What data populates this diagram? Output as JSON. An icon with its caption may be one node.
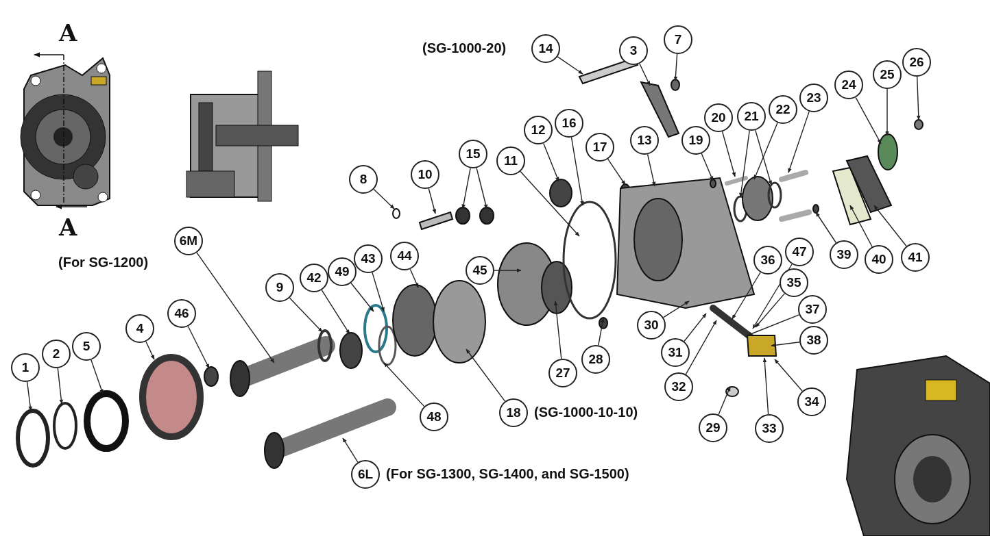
{
  "diagram": {
    "nodes": [
      {
        "text": [
          "1"
        ]
      },
      {
        "text": [
          "2"
        ]
      },
      {
        "text": [
          "5"
        ]
      },
      {
        "text": [
          "4"
        ]
      },
      {
        "text": [
          "46"
        ]
      },
      {
        "text": [
          "6M"
        ],
        "beside": [
          "(For SG-1200)"
        ]
      },
      {
        "text": [
          "9"
        ]
      },
      {
        "text": [
          "42"
        ]
      },
      {
        "text": [
          "49"
        ]
      },
      {
        "text": [
          "43"
        ]
      },
      {
        "text": [
          "44"
        ]
      },
      {
        "text": [
          "48"
        ]
      },
      {
        "text": [
          "18"
        ],
        "beside": [
          "(SG-1000-10-10)"
        ]
      },
      {
        "text": [
          "45"
        ]
      },
      {
        "text": [
          "27"
        ]
      },
      {
        "text": [
          "28"
        ]
      },
      {
        "text": [
          "8"
        ]
      },
      {
        "text": [
          "10"
        ]
      },
      {
        "text": [
          "15"
        ]
      },
      {
        "text": [
          "11"
        ]
      },
      {
        "text": [
          "12"
        ]
      },
      {
        "text": [
          "16"
        ]
      },
      {
        "text": [
          "14"
        ],
        "beside": [
          "(SG-1000-20)"
        ]
      },
      {
        "text": [
          "3"
        ]
      },
      {
        "text": [
          "7"
        ]
      },
      {
        "text": [
          "17"
        ]
      },
      {
        "text": [
          "13"
        ]
      },
      {
        "text": [
          "19"
        ]
      },
      {
        "text": [
          "20"
        ]
      },
      {
        "text": [
          "21"
        ]
      },
      {
        "text": [
          "22"
        ]
      },
      {
        "text": [
          "23"
        ]
      },
      {
        "text": [
          "24"
        ]
      },
      {
        "text": [
          "25"
        ]
      },
      {
        "text": [
          "26"
        ]
      },
      {
        "text": [
          "39"
        ]
      },
      {
        "text": [
          "40"
        ]
      },
      {
        "text": [
          "41"
        ]
      },
      {
        "text": [
          "36"
        ]
      },
      {
        "text": [
          "47"
        ]
      },
      {
        "text": [
          "35"
        ]
      },
      {
        "text": [
          "37"
        ]
      },
      {
        "text": [
          "38"
        ]
      },
      {
        "text": [
          "30"
        ]
      },
      {
        "text": [
          "31"
        ]
      },
      {
        "text": [
          "32"
        ]
      },
      {
        "text": [
          "29"
        ]
      },
      {
        "text": [
          "33"
        ]
      },
      {
        "text": [
          "34"
        ]
      },
      {
        "text": [
          "6L"
        ],
        "beside": [
          "(For SG-1300, SG-1400, and SG-1500)"
        ]
      }
    ],
    "edges": [
      {
        "from": 0,
        "to": null,
        "arrow": "to"
      },
      {
        "from": 1,
        "to": null,
        "arrow": "to"
      },
      {
        "from": 2,
        "to": null,
        "arrow": "to"
      },
      {
        "from": 3,
        "to": null,
        "arrow": "to"
      },
      {
        "from": 4,
        "to": null,
        "arrow": "to"
      },
      {
        "from": 5,
        "to": null,
        "arrow": "to"
      },
      {
        "from": 6,
        "to": null,
        "arrow": "to"
      },
      {
        "from": 7,
        "to": null,
        "arrow": "to"
      },
      {
        "from": 8,
        "to": null,
        "arrow": "to"
      },
      {
        "from": 9,
        "to": null,
        "arrow": "to"
      },
      {
        "from": 10,
        "to": null,
        "arrow": "to"
      },
      {
        "from": 11,
        "to": null,
        "arrow": "to"
      },
      {
        "from": 12,
        "to": null,
        "arrow": "to"
      },
      {
        "from": 13,
        "to": null,
        "arrow": "to"
      },
      {
        "from": 14,
        "to": null,
        "arrow": "to"
      },
      {
        "from": 15,
        "to": null,
        "arrow": "to"
      },
      {
        "from": 16,
        "to": null,
        "arrow": "to"
      },
      {
        "from": 17,
        "to": null,
        "arrow": "to"
      },
      {
        "from": 18,
        "to": null,
        "arrow": "to"
      },
      {
        "from": 18,
        "to": null,
        "arrow": "to"
      },
      {
        "from": 19,
        "to": null,
        "arrow": "to"
      },
      {
        "from": 20,
        "to": null,
        "arrow": "to"
      },
      {
        "from": 21,
        "to": null,
        "arrow": "to"
      },
      {
        "from": 22,
        "to": null,
        "arrow": "to"
      },
      {
        "from": 23,
        "to": null,
        "arrow": "to"
      },
      {
        "from": 24,
        "to": null,
        "arrow": "to"
      },
      {
        "from": 25,
        "to": null,
        "arrow": "to"
      },
      {
        "from": 26,
        "to": null,
        "arrow": "to"
      },
      {
        "from": 27,
        "to": null,
        "arrow": "to"
      },
      {
        "from": 28,
        "to": null,
        "arrow": "to"
      },
      {
        "from": 29,
        "to": null,
        "arrow": "to"
      },
      {
        "from": 29,
        "to": null,
        "arrow": "to"
      },
      {
        "from": 30,
        "to": null,
        "arrow": "to"
      },
      {
        "from": 31,
        "to": null,
        "arrow": "to"
      },
      {
        "from": 32,
        "to": null,
        "arrow": "to"
      },
      {
        "from": 33,
        "to": null,
        "arrow": "to"
      },
      {
        "from": 34,
        "to": null,
        "arrow": "to"
      },
      {
        "from": 35,
        "to": null,
        "arrow": "to"
      },
      {
        "from": 36,
        "to": null,
        "arrow": "to"
      },
      {
        "from": 37,
        "to": null,
        "arrow": "to"
      },
      {
        "from": 38,
        "to": null,
        "arrow": "to"
      },
      {
        "from": 39,
        "to": null,
        "arrow": "to"
      },
      {
        "from": 40,
        "to": null,
        "arrow": "to"
      },
      {
        "from": 41,
        "to": null,
        "arrow": "to"
      },
      {
        "from": 42,
        "to": null,
        "arrow": "to"
      },
      {
        "from": 43,
        "to": null,
        "arrow": "to"
      },
      {
        "from": 44,
        "to": null,
        "arrow": "to"
      },
      {
        "from": 45,
        "to": null,
        "arrow": "to"
      },
      {
        "from": 46,
        "to": null,
        "arrow": "to"
      },
      {
        "from": 47,
        "to": null,
        "arrow": "to"
      },
      {
        "from": 48,
        "to": null,
        "arrow": "to"
      },
      {
        "from": 49,
        "to": null,
        "arrow": "to"
      }
    ],
    "labels": [
      "A",
      "A"
    ]
  }
}
